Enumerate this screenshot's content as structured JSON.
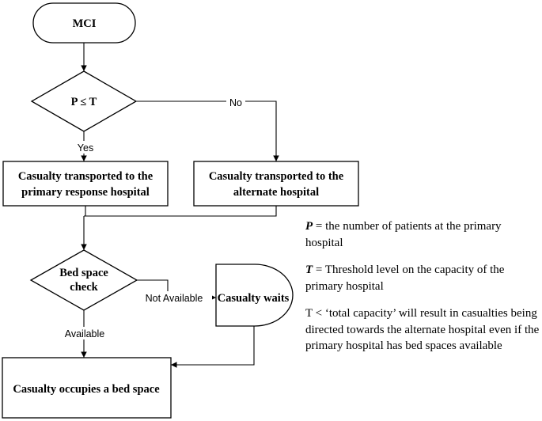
{
  "nodes": {
    "mci": "MCI",
    "decision_p_le_t": "P ≤ T",
    "primary_hospital": [
      "Casualty transported to the",
      "primary response hospital"
    ],
    "alternate_hospital": [
      "Casualty transported to the",
      "alternate hospital"
    ],
    "bed_space_check": [
      "Bed space",
      "check"
    ],
    "casualty_waits": "Casualty waits",
    "occupies_bed": "Casualty occupies a bed space"
  },
  "edge_labels": {
    "no": "No",
    "yes": "Yes",
    "not_available": "Not Available",
    "available": "Available"
  },
  "legend": {
    "p_symbol": "P",
    "p_text": " = the number of patients at the primary hospital",
    "t_symbol": "T",
    "t_text": " = Threshold level on the capacity of the primary hospital",
    "note": "T < ‘total capacity’ will result in casualties being directed towards the alternate hospital even if the primary hospital has bed spaces available"
  }
}
